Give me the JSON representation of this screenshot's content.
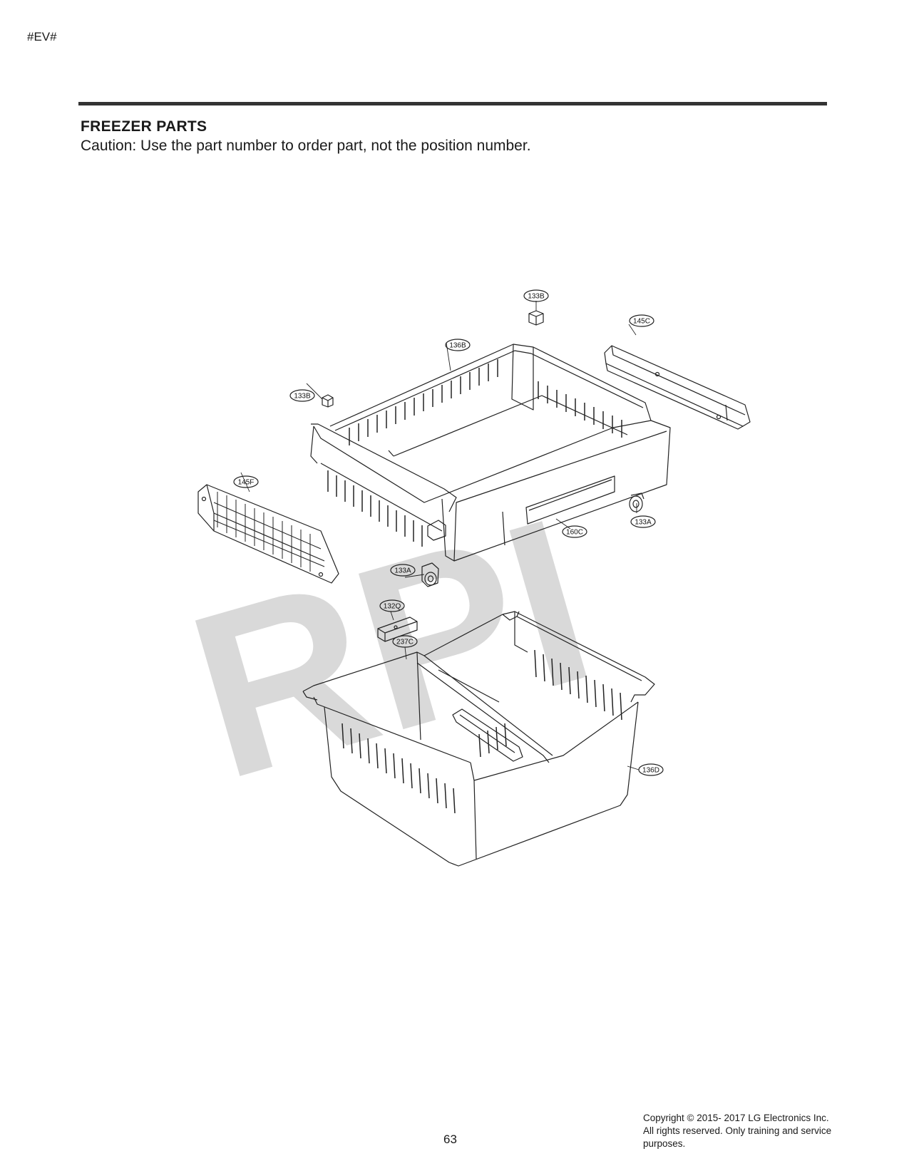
{
  "page": {
    "header_mark": "#EV#",
    "title": "FREEZER PARTS",
    "caution": "Caution: Use the part number to order part, not the position number.",
    "page_number": "63",
    "copyright_lines": [
      "Copyright © 2015- 2017 LG Electronics Inc.",
      "All rights reserved. Only training and service",
      "purposes."
    ],
    "watermark": "RPI"
  },
  "callouts": {
    "c133b_top": "133B",
    "c145c": "145C",
    "c136b": "136B",
    "c133b_left": "133B",
    "c145f": "145F",
    "c133a_right": "133A",
    "c160c": "160C",
    "c133a_mid": "133A",
    "c132q": "132Q",
    "c237c": "237C",
    "c136d": "136D"
  }
}
